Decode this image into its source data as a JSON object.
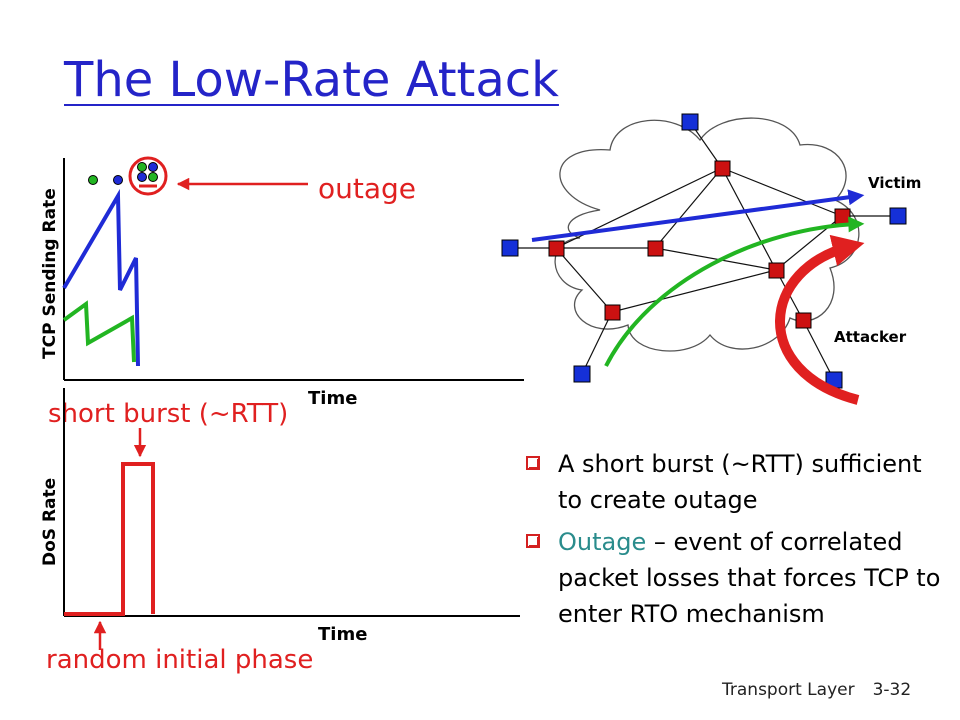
{
  "title": "The Low-Rate Attack",
  "top_chart": {
    "ylabel": "TCP Sending Rate",
    "xlabel": "Time",
    "annotation": "outage"
  },
  "bottom_chart": {
    "ylabel": "DoS Rate",
    "xlabel": "Time",
    "annotation_top": "short burst (~RTT)",
    "annotation_bottom": "random initial phase"
  },
  "network": {
    "victim_label": "Victim",
    "attacker_label": "Attacker"
  },
  "bullets": [
    {
      "term": "",
      "text": "A short burst (~RTT) sufficient to create outage"
    },
    {
      "term": "Outage",
      "text": " – event of correlated packet losses that forces TCP to enter RTO mechanism"
    }
  ],
  "footer": {
    "section": "Transport Layer",
    "page": "3-32"
  },
  "colors": {
    "title": "#2424c8",
    "tcp_flow_blue": "#1f2bd6",
    "tcp_flow_green": "#22b522",
    "dos_red": "#e02020",
    "router_red": "#cc1111",
    "host_blue": "#1530d8",
    "term_teal": "#2a8c8c"
  }
}
